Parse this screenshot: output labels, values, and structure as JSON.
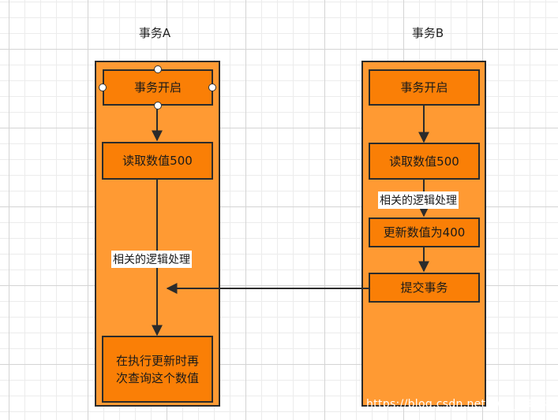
{
  "lanes": {
    "a": {
      "title": "事务A",
      "start": "事务开启",
      "read": "读取数值500",
      "logic": "相关的逻辑处理",
      "requery": "在执行更新时再次查询这个数值"
    },
    "b": {
      "title": "事务B",
      "start": "事务开启",
      "read": "读取数值500",
      "logic": "相关的逻辑处理",
      "update": "更新数值为400",
      "commit": "提交事务"
    }
  },
  "watermark": "https://blog.csdn.net/gwz_6903",
  "colors": {
    "lane_fill": "#ff9a33",
    "node_fill": "#fa7f06",
    "stroke": "#2b2b2b",
    "background": "#ffffff"
  }
}
